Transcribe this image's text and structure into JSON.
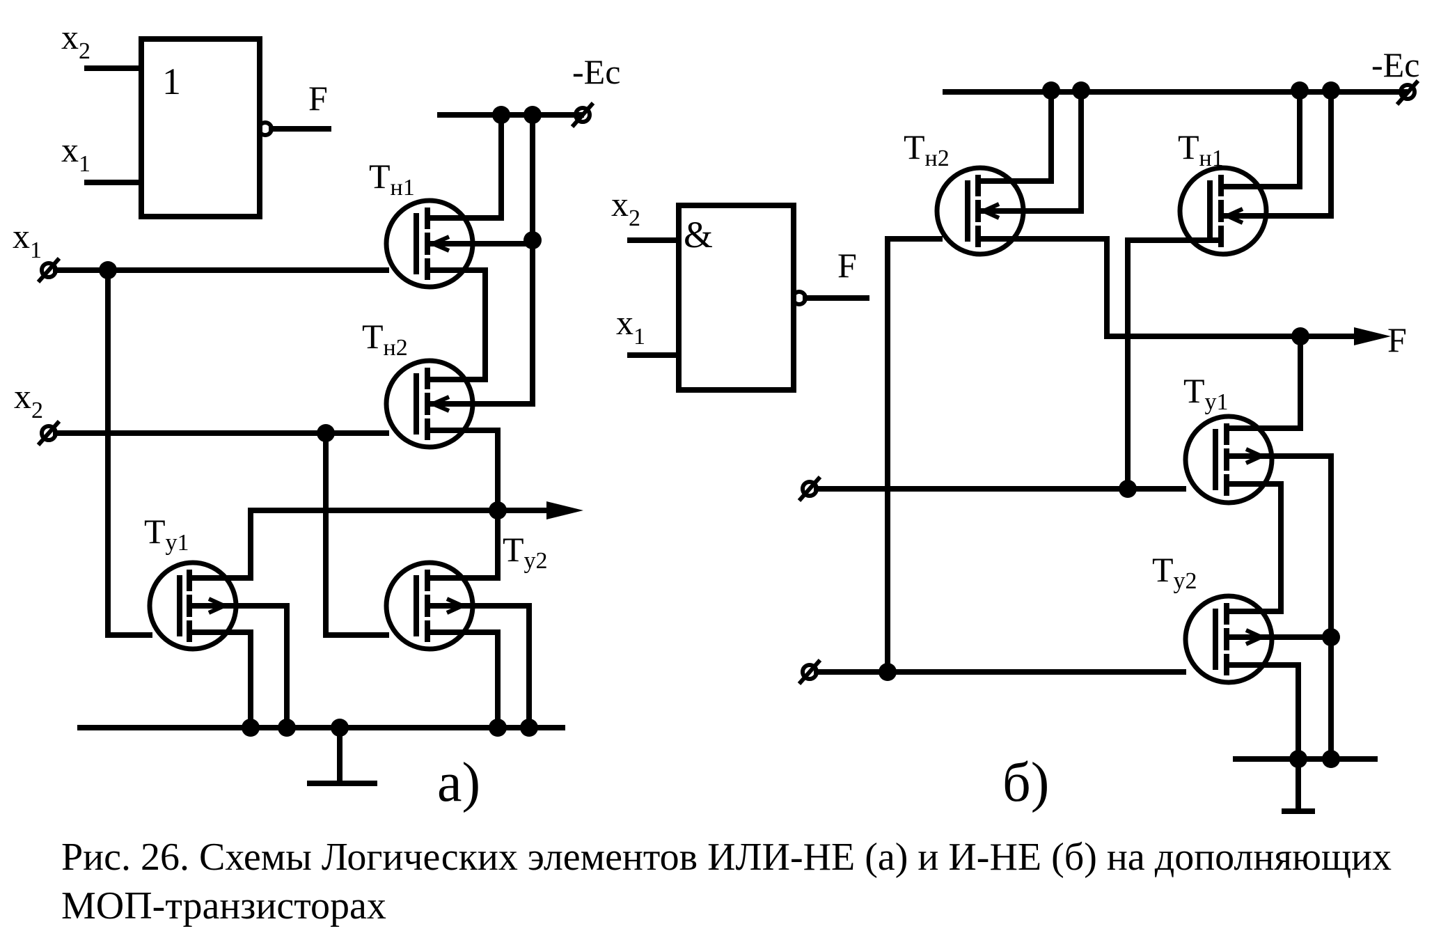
{
  "caption": "Рис. 26. Схемы Логических элементов ИЛИ-НЕ (а) и И-НЕ (б) на дополняющих МОП-транзисторах",
  "panel_a": {
    "label": "а)",
    "gate": {
      "symbol": "1",
      "in_top": "x",
      "in_top_sub": "2",
      "in_bottom": "x",
      "in_bottom_sub": "1",
      "out": "F"
    },
    "supply": "-Ec",
    "input1": {
      "x": "x",
      "sub": "1"
    },
    "input2": {
      "x": "x",
      "sub": "2"
    },
    "tn1": {
      "t": "T",
      "sub": "н1"
    },
    "tn2": {
      "t": "T",
      "sub": "н2"
    },
    "ty1": {
      "t": "T",
      "sub": "у1"
    },
    "ty2": {
      "t": "T",
      "sub": "у2"
    }
  },
  "panel_b": {
    "label": "б)",
    "gate": {
      "symbol": "&",
      "in_top": "x",
      "in_top_sub": "2",
      "in_bottom": "x",
      "in_bottom_sub": "1",
      "out": "F"
    },
    "supply": "-Ec",
    "output": "F",
    "tn1": {
      "t": "T",
      "sub": "н1"
    },
    "tn2": {
      "t": "T",
      "sub": "н2"
    },
    "ty1": {
      "t": "T",
      "sub": "у1"
    },
    "ty2": {
      "t": "T",
      "sub": "у2"
    }
  }
}
